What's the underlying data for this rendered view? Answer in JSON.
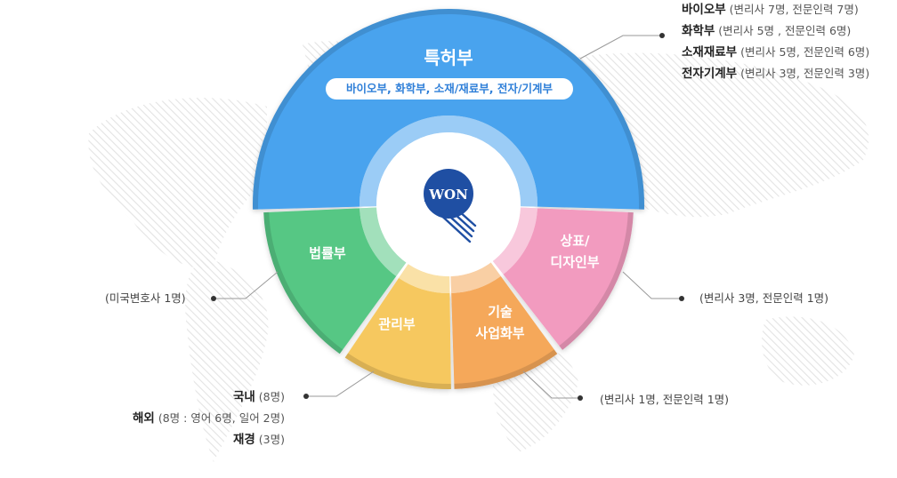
{
  "center": {
    "logo_text": "WON"
  },
  "segments": {
    "patent": {
      "title": "특허부",
      "subtitle": "바이오부, 화학부, 소재/재료부, 전자/기계부",
      "color": "#4aa3ee"
    },
    "trademark": {
      "title_line1": "상표/",
      "title_line2": "디자인부",
      "color": "#f29bbf"
    },
    "tech": {
      "title_line1": "기술",
      "title_line2": "사업화부",
      "color": "#f5a85a"
    },
    "admin": {
      "title": "관리부",
      "color": "#f6c85f"
    },
    "law": {
      "title": "법률부",
      "color": "#56c784"
    }
  },
  "patent_details": [
    {
      "name": "바이오부",
      "detail": "(변리사 7명,  전문인력 7명)"
    },
    {
      "name": "화학부",
      "detail": "(변리사 5명 , 전문인력 6명)"
    },
    {
      "name": "소재재료부",
      "detail": "(변리사 5명,  전문인력 6명)"
    },
    {
      "name": "전자기계부",
      "detail": "(변리사 3명,  전문인력 3명)"
    }
  ],
  "law_detail": "(미국변호사 1명)",
  "trademark_detail": "(변리사 3명,  전문인력 1명)",
  "tech_detail": "(변리사 1명,  전문인력 1명)",
  "admin_details": [
    {
      "name": "국내",
      "detail": "(8명)"
    },
    {
      "name": "해외",
      "detail": "(8명  : 영어 6명, 일어 2명)"
    },
    {
      "name": "재경",
      "detail": "(3명)"
    }
  ]
}
